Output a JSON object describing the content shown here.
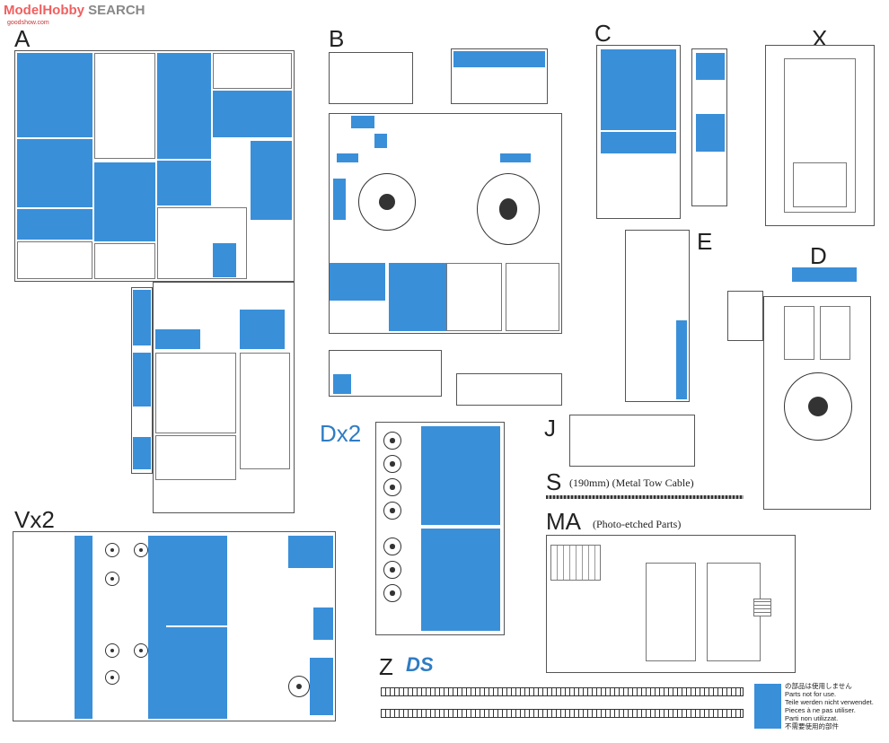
{
  "watermark": {
    "site_part1": "ModelHobby",
    "site_part2": "SEARCH",
    "sub": "goodshow.com"
  },
  "sprues": {
    "A": "A",
    "B": "B",
    "C": "C",
    "X": "X",
    "D": "D",
    "E": "E",
    "Dx2": "Dx2",
    "J": "J",
    "S": "S",
    "Vx2": "Vx2",
    "MA": "MA",
    "Z": "Z"
  },
  "captions": {
    "S": "(190mm) (Metal Tow Cable)",
    "MA": "(Photo-etched Parts)",
    "Z_logo": "DS"
  },
  "legend": {
    "lines": [
      "の部品は使用しません",
      "Parts not for use.",
      "Teile werden nicht verwendet.",
      "Pieces à ne pas utiliser.",
      "Parti non utilizzat.",
      "不需要使用的部件"
    ]
  },
  "colors": {
    "unused_parts": "#3a8fd9",
    "frame": "#555555"
  }
}
